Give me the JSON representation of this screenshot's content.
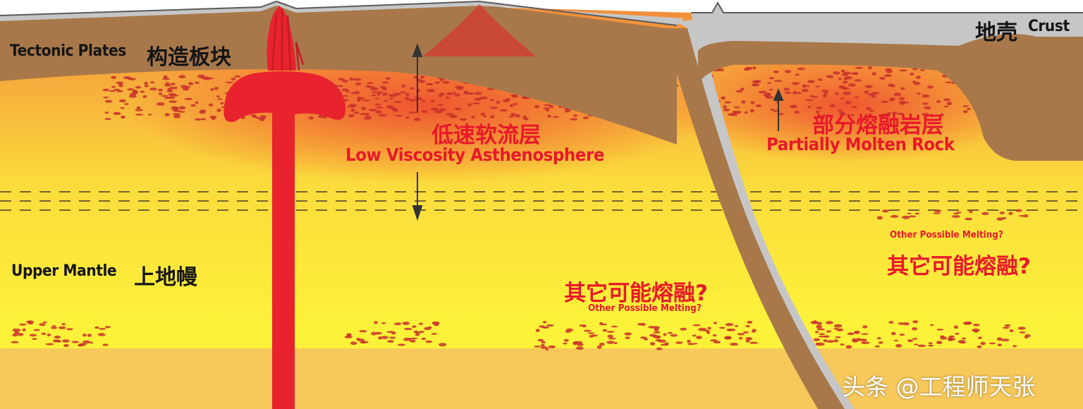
{
  "labels": {
    "tectonic_plates_en": "Tectonic Plates",
    "tectonic_plates_cn": "构造板块",
    "crust_cn": "地壳",
    "crust_en": "Crust",
    "asthenosphere_cn": "低速软流层",
    "asthenosphere_en": "Low Viscosity Asthenosphere",
    "partial_melt_cn": "部分熔融岩层",
    "partial_melt_en": "Partially Molten Rock",
    "upper_mantle_en": "Upper Mantle",
    "upper_mantle_cn": "上地幔",
    "other_melting_center_cn": "其它可能熔融?",
    "other_melting_center_en": "Other Possible Melting?",
    "other_melting_right_en": "Other Possible Melting?",
    "other_melting_right_cn": "其它可能熔融?"
  },
  "watermark": "头条 @工程师天张",
  "colors": {
    "plate": "#a8784a",
    "crust": "#c0c0c0",
    "label_red": "#e8192a",
    "plume": "#e8232e",
    "melt_dots": "#c8312c",
    "lower_band": "#f7c85a"
  }
}
